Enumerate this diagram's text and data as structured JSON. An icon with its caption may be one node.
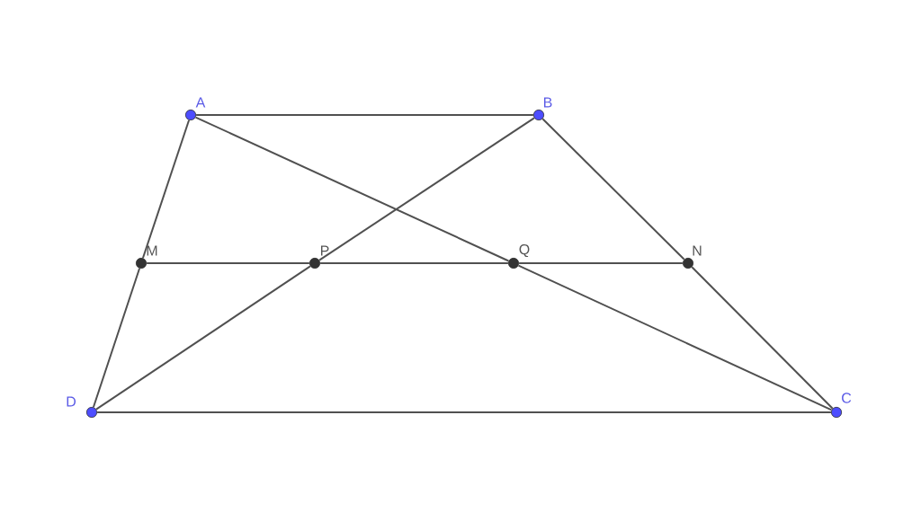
{
  "diagram": {
    "nodes": [
      {
        "text": [
          "A"
        ]
      },
      {
        "text": [
          "B"
        ]
      },
      {
        "text": [
          "M"
        ]
      },
      {
        "text": [
          "P"
        ]
      },
      {
        "text": [
          "Q"
        ]
      },
      {
        "text": [
          "N"
        ]
      },
      {
        "text": [
          "D"
        ]
      },
      {
        "text": [
          "C"
        ]
      }
    ],
    "edges": [
      {
        "from": 0,
        "to": 1,
        "arrow": "none"
      },
      {
        "from": 1,
        "to": 5,
        "arrow": "none"
      },
      {
        "from": 5,
        "to": 7,
        "arrow": "none"
      },
      {
        "from": 7,
        "to": 6,
        "arrow": "none"
      },
      {
        "from": 6,
        "to": 2,
        "arrow": "none"
      },
      {
        "from": 2,
        "to": 0,
        "arrow": "none"
      },
      {
        "from": 2,
        "to": 3,
        "arrow": "none"
      },
      {
        "from": 3,
        "to": 4,
        "arrow": "none"
      },
      {
        "from": 4,
        "to": 5,
        "arrow": "none"
      },
      {
        "from": 0,
        "to": 4,
        "arrow": "none"
      },
      {
        "from": 4,
        "to": 7,
        "arrow": "none"
      },
      {
        "from": 1,
        "to": 3,
        "arrow": "none"
      },
      {
        "from": 3,
        "to": 6,
        "arrow": "none"
      }
    ]
  }
}
